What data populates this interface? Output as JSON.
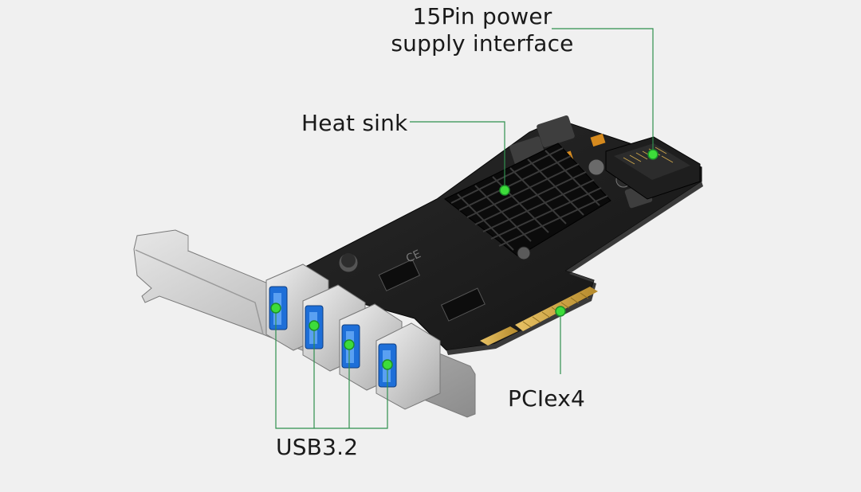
{
  "annotations": {
    "power_line1": "15Pin power",
    "power_line2": "supply interface",
    "heat_sink": "Heat sink",
    "pcie": "PCIex4",
    "usb": "USB3.2"
  },
  "colors": {
    "background": "#f0f0f0",
    "callout_line": "#2f8f4e",
    "callout_dot": "#3ddc3a",
    "pcb": "#1a1a1a",
    "heatsink": "#0f0f0f",
    "bracket": "#c9c9c9",
    "gold_contacts": "#d4a441",
    "usb_blue": "#1e6fd8"
  },
  "icons": {
    "bracket": "pcie-bracket",
    "board": "pcb-board",
    "heatsink": "heat-sink",
    "connector": "sata-power-connector",
    "ports": "usb-port"
  }
}
